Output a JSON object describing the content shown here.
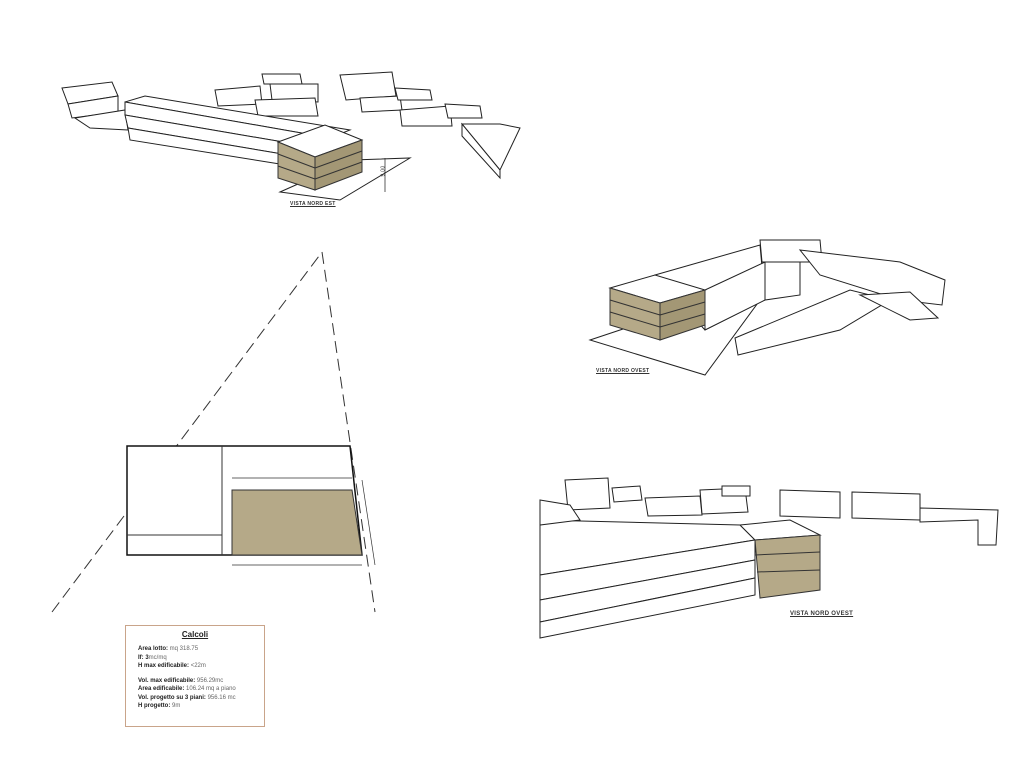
{
  "views": {
    "nord_est_label": "VISTA NORD EST",
    "nord_ovest_label_1": "VISTA NORD OVEST",
    "nord_ovest_label_2": "VISTA NORD OVEST",
    "height_dimension": "9.00"
  },
  "calcoli": {
    "title": "Calcoli",
    "rows": [
      {
        "label": "Area lotto:",
        "value": "mq 318.75"
      },
      {
        "label": "If: 3",
        "value": "mc/mq"
      },
      {
        "label": "H max edificabile:",
        "value": "<22m"
      },
      {
        "label": "Vol. max edificabile:",
        "value": "956.29mc"
      },
      {
        "label": "Area edificabile:",
        "value": "106.24 mq a piano"
      },
      {
        "label": "Vol. progetto su 3 piani:",
        "value": "956.16 mc"
      },
      {
        "label": "H progetto:",
        "value": "9m"
      }
    ]
  },
  "colors": {
    "building": "#b5a988",
    "frame": "#c9a48a"
  }
}
